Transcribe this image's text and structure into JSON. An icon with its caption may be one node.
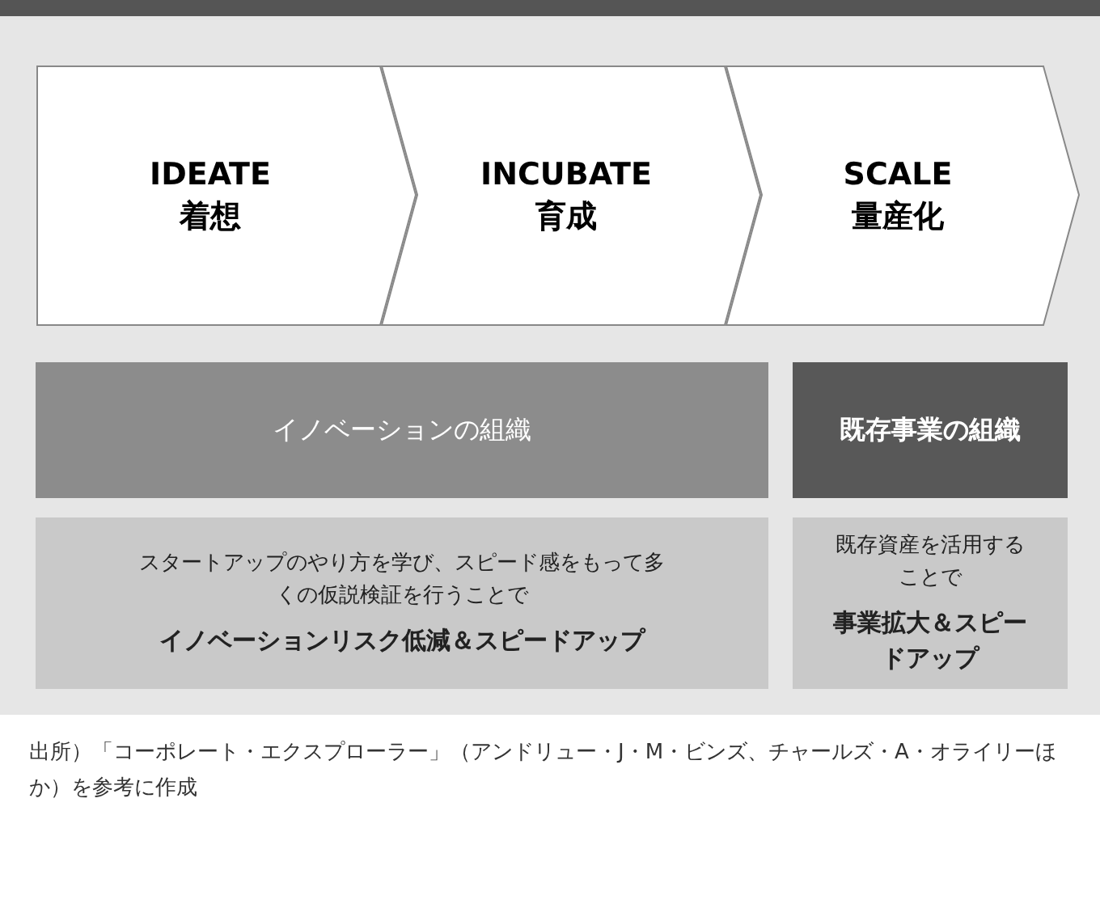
{
  "diagram": {
    "caption": "出所）「コーポレート・エクスプローラー」（アンドリュー・J・M・ビンズ、チャールズ・A・オライリーほか）を参考に作成",
    "nodes": [
      {
        "text": [
          "IDEATE",
          "着想"
        ]
      },
      {
        "text": [
          "INCUBATE",
          "育成"
        ]
      },
      {
        "text": [
          "SCALE",
          "量産化"
        ]
      },
      {
        "text": [
          "イノベーションの組織"
        ]
      },
      {
        "text": [
          "既存事業の組織"
        ]
      },
      {
        "text": [
          "スタートアップのやり方を学び、スピード感をもって多くの仮説検証を行うことで",
          "イノベーションリスク低減＆スピードアップ"
        ]
      },
      {
        "text": [
          "既存資産を活用することで",
          "事業拡大＆スピードアップ"
        ]
      }
    ],
    "edges": []
  }
}
